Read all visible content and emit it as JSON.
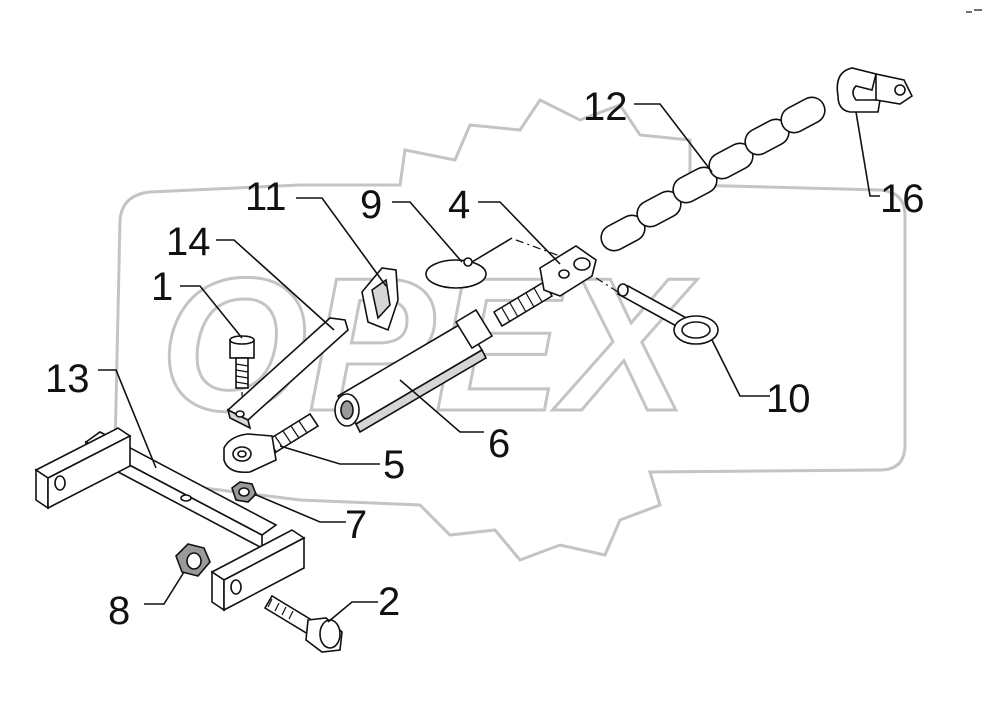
{
  "callouts": {
    "p1": "1",
    "p2": "2",
    "p4": "4",
    "p5": "5",
    "p6": "6",
    "p7": "7",
    "p8": "8",
    "p9": "9",
    "p10": "10",
    "p11": "11",
    "p12": "12",
    "p13": "13",
    "p14": "14",
    "p16": "16"
  },
  "watermark": {
    "text": "OPEX"
  },
  "colors": {
    "line": "#111111",
    "fill_light": "#d6d6d6",
    "fill_dark": "#9a9a9a",
    "watermark": "#c4c4c4"
  }
}
